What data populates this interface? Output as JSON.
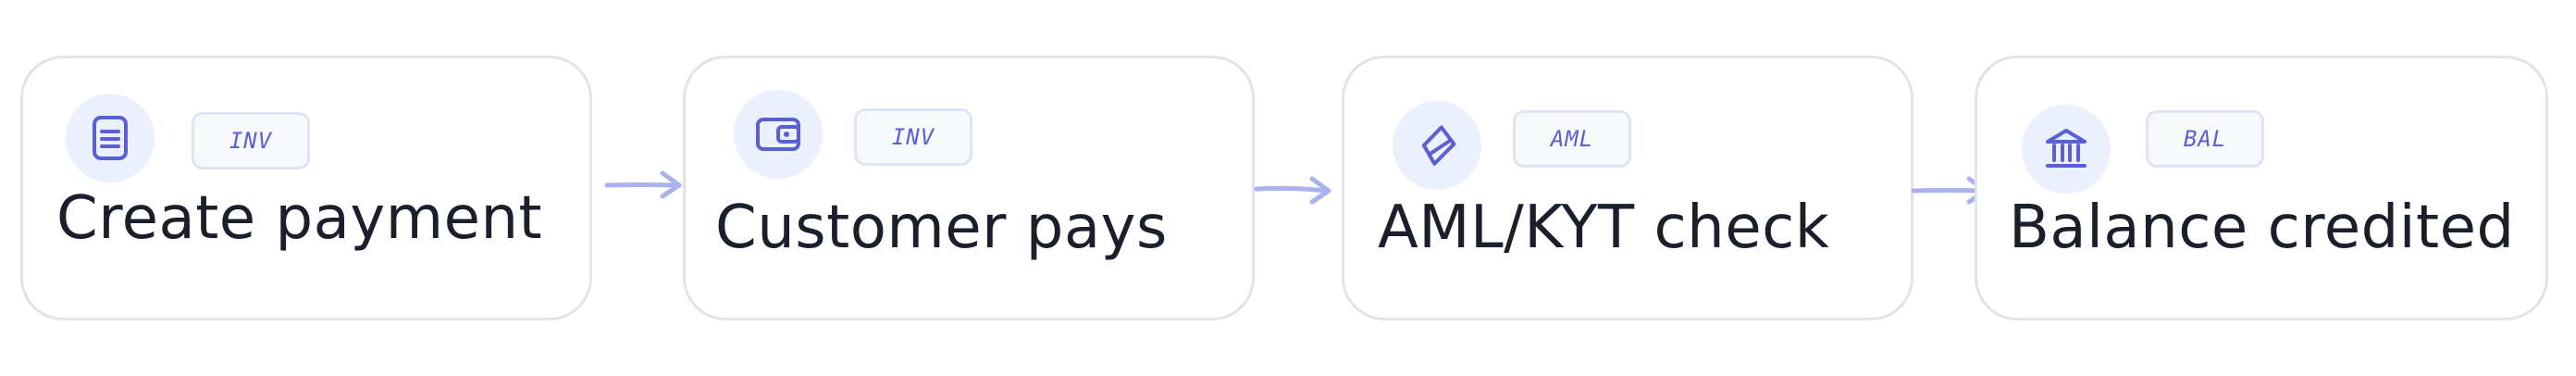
{
  "flow": {
    "steps": [
      {
        "title": "Create payment",
        "badge": "INV",
        "icon": "receipt-icon"
      },
      {
        "title": "Customer pays",
        "badge": "INV",
        "icon": "wallet-icon"
      },
      {
        "title": "AML/KYT check",
        "badge": "AML",
        "icon": "tag-icon"
      },
      {
        "title": "Balance credited",
        "badge": "BAL",
        "icon": "bank-icon"
      }
    ],
    "colors": {
      "accent": "#5a5fd4",
      "icon_bg": "#eaf0fc",
      "arrow": "#a9b2ee",
      "card_border": "#e3e3e3",
      "text": "#1b1e2b"
    }
  }
}
